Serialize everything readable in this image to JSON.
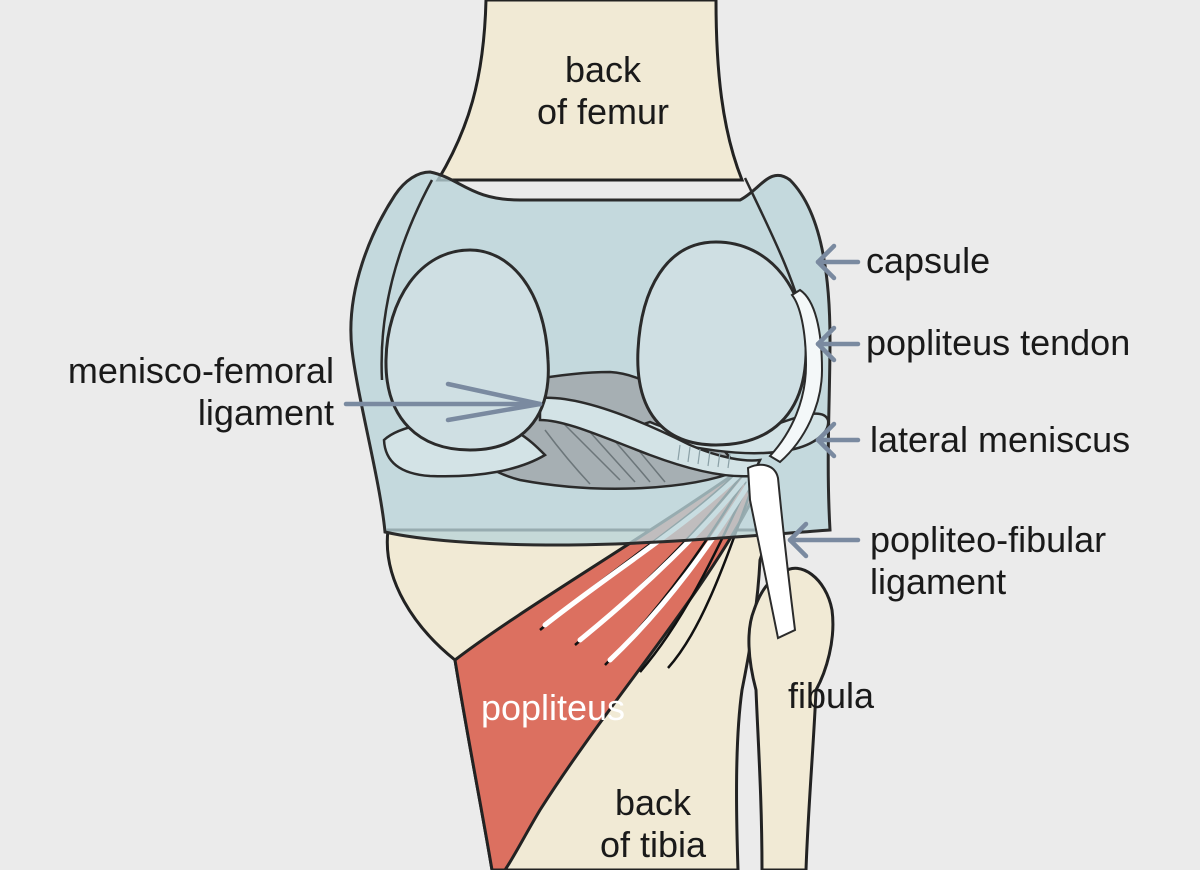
{
  "labels": {
    "femur": [
      "back",
      "of femur"
    ],
    "capsule": "capsule",
    "popliteus_tendon": "popliteus tendon",
    "menisco_femoral": [
      "menisco-femoral",
      "ligament"
    ],
    "lateral_meniscus": "lateral meniscus",
    "popliteo_fibular": [
      "popliteo-fibular",
      "ligament"
    ],
    "popliteus": "popliteus",
    "fibula": "fibula",
    "tibia": [
      "back",
      "of tibia"
    ]
  },
  "colors": {
    "background": "#ebebeb",
    "bone": "#f1ead5",
    "capsule": "#b9d3d9",
    "condyle": "#cfdfe3",
    "meniscus": "#d3e3e6",
    "ligament_grey": "#a6afb3",
    "muscle": "#dc7060",
    "arrow": "#7a8aa0"
  }
}
